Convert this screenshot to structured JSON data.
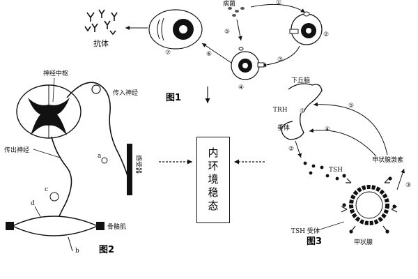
{
  "center_box": {
    "text": "内环境稳态"
  },
  "figure1": {
    "caption": "图1",
    "labels": {
      "antibody": "抗体",
      "bacteria": "病菌"
    },
    "steps": [
      "①",
      "②",
      "③",
      "④",
      "⑤",
      "⑥",
      "⑦"
    ]
  },
  "figure2": {
    "caption": "图2",
    "labels": {
      "nerve_center": "神经中枢",
      "afferent": "传入神经",
      "efferent": "传出神经",
      "receptor": "感受器",
      "muscle": "骨骼肌",
      "a": "a",
      "b": "b",
      "c": "c",
      "d": "d"
    }
  },
  "figure3": {
    "caption": "图3",
    "labels": {
      "hypothalamus": "下丘脑",
      "trh": "TRH",
      "pituitary": "垂体",
      "tsh": "TSH",
      "thyroid_hormone": "甲状腺激素",
      "tsh_receptor": "TSH 受体",
      "thyroid": "甲状腺"
    },
    "steps": [
      "①",
      "②",
      "③",
      "④",
      "⑤"
    ]
  },
  "colors": {
    "ink": "#111111",
    "background": "#ffffff"
  }
}
